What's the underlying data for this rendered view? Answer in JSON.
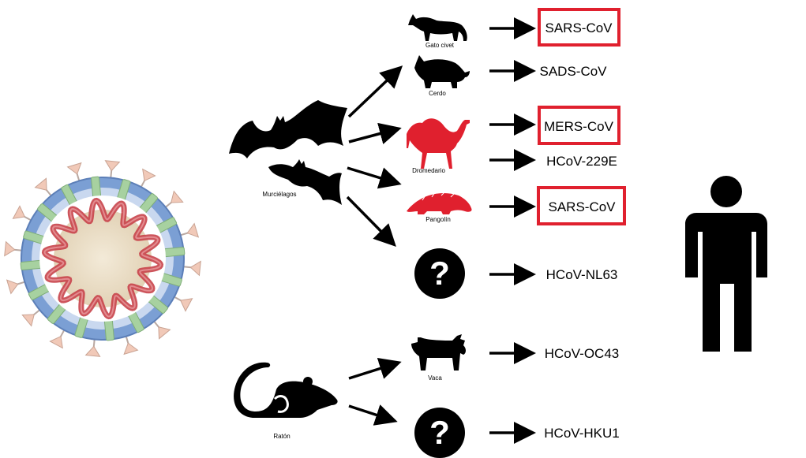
{
  "hosts": {
    "bats": "Murciélagos",
    "rat": "Ratón",
    "civet": "Gato civet",
    "pig": "Cerdo",
    "dromedary": "Dromedario",
    "pangolin": "Pangolín",
    "cow": "Vaca"
  },
  "unknown_symbol": "?",
  "viruses": [
    {
      "label": "SARS-CoV",
      "boxed": true
    },
    {
      "label": "SADS-CoV",
      "boxed": false
    },
    {
      "label": "MERS-CoV",
      "boxed": true
    },
    {
      "label": "HCoV-229E",
      "boxed": false
    },
    {
      "label": "SARS-CoV",
      "boxed": true
    },
    {
      "label": "HCoV-NL63",
      "boxed": false
    },
    {
      "label": "HCoV-OC43",
      "boxed": false
    },
    {
      "label": "HCoV-HKU1",
      "boxed": false
    }
  ],
  "colors": {
    "black": "#000000",
    "highlight_red": "#e0202e",
    "virus_envelope": "#7b9fd4",
    "virus_envelope_inner": "#c9d8ef",
    "virus_core": "#e8dcc6",
    "virus_rna": "#c8424a",
    "virus_spike": "#f1c9b8",
    "virus_membrane_protein": "#a7d1a0"
  }
}
